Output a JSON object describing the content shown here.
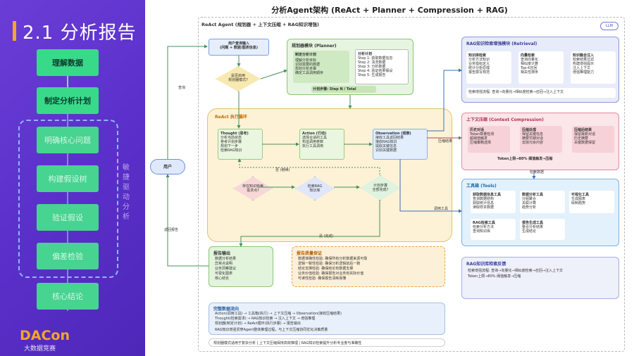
{
  "slide": {
    "title": "2.1 分析报告",
    "steps": [
      {
        "label": "理解数据",
        "state": "active"
      },
      {
        "label": "制定分析计划",
        "state": "active"
      },
      {
        "label": "明确核心问题",
        "state": "faded"
      },
      {
        "label": "构建假设树",
        "state": "faded"
      },
      {
        "label": "验证假设",
        "state": "faded"
      },
      {
        "label": "偏差检验",
        "state": "faded"
      },
      {
        "label": "核心结论",
        "state": "faded"
      }
    ],
    "side_note": "敏捷驱动分析",
    "logo": "DACon",
    "logo_sub": "大数据竞赛"
  },
  "diagram": {
    "title": "分析Agent架构 (ReAct + Planner + Compression + RAG)",
    "frame_label": "ReAct Agent (规划器 + 上下文压缩 + RAG知识增强)",
    "llm_badge": "LLM",
    "user": "用户",
    "input": "用户查询输入\n(问题 + 数据/图表信息)",
    "decision_planner": "是否启用\n规划器模式?",
    "planner": {
      "title": "规划器模块 (Planner)",
      "sub": "制定分析计划",
      "items": [
        "理解分析目标",
        "识别需要的数据",
        "规划分析步骤",
        "确定工具调用顺序"
      ],
      "steps_title": "分析计划",
      "steps": [
        "Step 1: 获取数据信息",
        "Step 2: 清洗数据",
        "Step 3: 分析数据",
        "Step 4: 验证结果假设",
        "Step 5: 生成报告"
      ],
      "output": "计划步骤: Step N / Total"
    },
    "react": {
      "title": "ReAct 执行循环",
      "thought": {
        "title": "Thought (思考)",
        "items": [
          "分析当前状态",
          "参考计划步骤",
          "规划下一步",
          "检索RAG知识"
        ]
      },
      "action": {
        "title": "Action (行动)",
        "items": [
          "选择合适的工具",
          "构造调用参数",
          "执行工具调用"
        ]
      },
      "observation": {
        "title": "Observation (观察)",
        "items": [
          "接收工具返回结果",
          "接收RAG知识",
          "提取关键信息",
          "识别关键数据"
        ]
      },
      "dec_rag": "存在知识检索\n需求点?",
      "query_rag": "检索RAG\n知识库",
      "dec_done": "计划步骤\n全部完成?",
      "label_no": "否 (继续)",
      "label_yes": "是 (完成)"
    },
    "rag": {
      "title": "RAG知识检索增强模块 (Retrieval)",
      "cols": [
        {
          "title": "知识库检索",
          "items": [
            "分析方法知识",
            "业务指标定义",
            "统计分析原理",
            "报告撰写规范"
          ]
        },
        {
          "title": "向量检索",
          "items": [
            "查询向量化",
            "相似度计算",
            "Top-K召回",
            "相关性排序"
          ]
        },
        {
          "title": "知识融合注入",
          "items": [
            "检索结果过滤",
            "构建增强提示",
            "注入上下文",
            "增强推理能力"
          ]
        }
      ],
      "note": "检索增强流程: 查询→向量化→相似度检索→召回→注入上下文"
    },
    "compression": {
      "title": "上下文压缩 (Context Compression)",
      "cols": [
        {
          "title": "历史对话",
          "items": [
            "Token数量检测",
            "超阈值触发",
            "压缩策略选择"
          ]
        },
        {
          "title": "压缩处理",
          "items": [
            "保留关键信息",
            "摘要早期对话",
            "去除冗余内容"
          ]
        },
        {
          "title": "压缩后结果",
          "items": [
            "保留最新对话",
            "历史摘要",
            "关键数据保留"
          ]
        }
      ],
      "note": "Token上限→80% 阈值触发→压缩"
    },
    "tools": {
      "title": "工具箱 (Tools)",
      "cols": [
        {
          "title": "获取数据信息工具",
          "items": [
            "查询数据结构",
            "获取统计信息",
            "读取样本数据"
          ]
        },
        {
          "title": "数据分析工具",
          "items": [
            "分组聚合",
            "关联计算",
            "趋势分析"
          ]
        },
        {
          "title": "可视化工具",
          "items": [
            "生成图表",
            "绘制趋势"
          ]
        },
        {
          "title": "RAG检索工具",
          "items": [
            "检索分析方法",
            "查询知识库"
          ]
        },
        {
          "title": "报告生成工具",
          "items": [
            "整合分析结果",
            "生成结论"
          ]
        }
      ]
    },
    "feedback": "RAG知识库检索反馈",
    "final": {
      "title": "报告输出",
      "items": [
        "数据分析结果",
        "异常点说明",
        "业务洞察建议",
        "可视化图表",
        "核心结论"
      ]
    },
    "quality": {
      "title": "报告质量保证",
      "items": [
        "数据准确性检验: 确保所有分析数据来源可靠",
        "逻辑一致性检验: 确保分析逻辑前后一致",
        "结论支撑检验: 确保结论有数据支撑",
        "业务价值检验: 确保报告对业务有实际价值",
        "可读性检验: 确保报告清晰易懂"
      ]
    },
    "dataflow": {
      "title": "完整数据流向",
      "items": [
        "Action(调用工具) → 工具箱(执行) → 上下文压缩 → Observation(接收压缩结果)",
        "Thought(检索需求) → RAG知识检索 → 注入上下文 → 增强推理",
        "规划器(制定计划) → ReAct循环(执行步骤) → 报告输出"
      ],
      "note": "RAG知识增强贯穿Agent整体推理过程，与上下文压缩协同优化决策质量"
    },
    "footer": "规划器模式适用于复杂分析 | 上下文压缩保持高效推理 | RAG知识检索提升分析专业度与准确性",
    "edge_labels": {
      "query": "查询",
      "report": "返回报告",
      "tool_call": "调用工具",
      "rag_data": "检索数据",
      "compress": "压缩结果"
    }
  }
}
